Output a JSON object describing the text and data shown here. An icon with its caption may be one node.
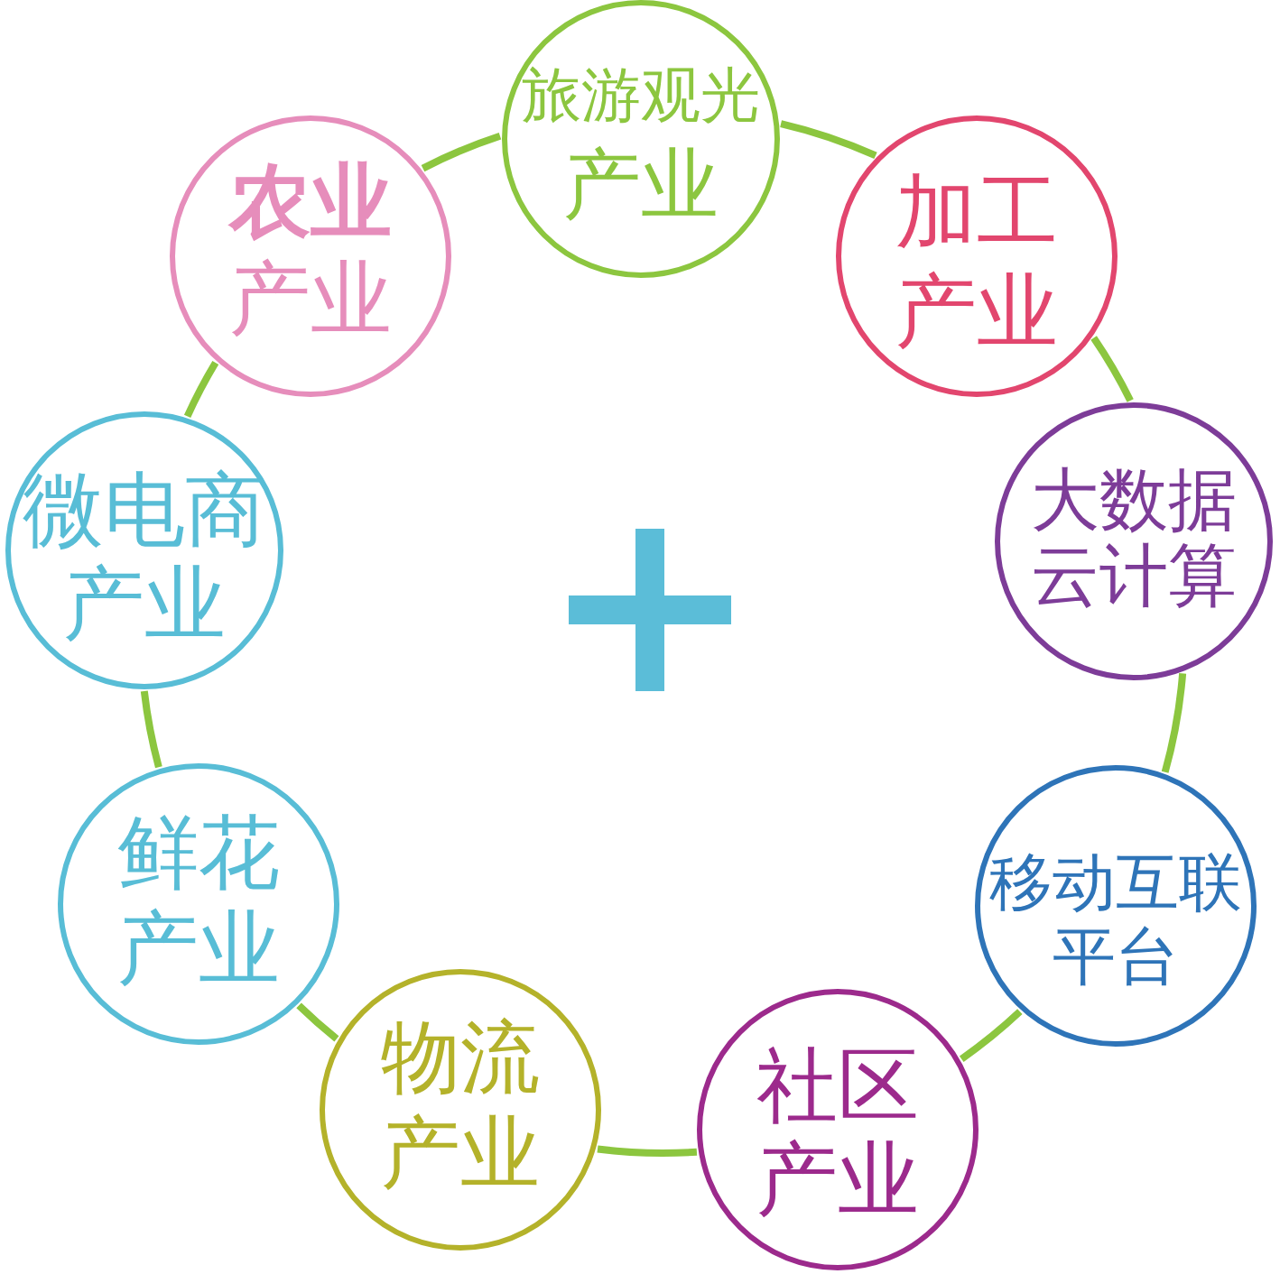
{
  "diagram": {
    "nodes": [
      {
        "text": [
          "旅游观光产业"
        ]
      },
      {
        "text": [
          "加工产业"
        ]
      },
      {
        "text": [
          "大数据云计算"
        ]
      },
      {
        "text": [
          "移动互联平台"
        ]
      },
      {
        "text": [
          "社区产业"
        ]
      },
      {
        "text": [
          "物流产业"
        ]
      },
      {
        "text": [
          "鲜花产业"
        ]
      },
      {
        "text": [
          "微电商产业"
        ]
      },
      {
        "text": [
          "**农业**产业"
        ]
      }
    ],
    "edges": [
      {
        "from": 0,
        "to": 1,
        "arrow": "none"
      },
      {
        "from": 1,
        "to": 2,
        "arrow": "none"
      },
      {
        "from": 2,
        "to": 3,
        "arrow": "none"
      },
      {
        "from": 3,
        "to": 4,
        "arrow": "none"
      },
      {
        "from": 4,
        "to": 5,
        "arrow": "none"
      },
      {
        "from": 5,
        "to": 6,
        "arrow": "none"
      },
      {
        "from": 6,
        "to": 7,
        "arrow": "none"
      },
      {
        "from": 7,
        "to": 8,
        "arrow": "none"
      },
      {
        "from": 8,
        "to": 0,
        "arrow": "none"
      }
    ]
  }
}
